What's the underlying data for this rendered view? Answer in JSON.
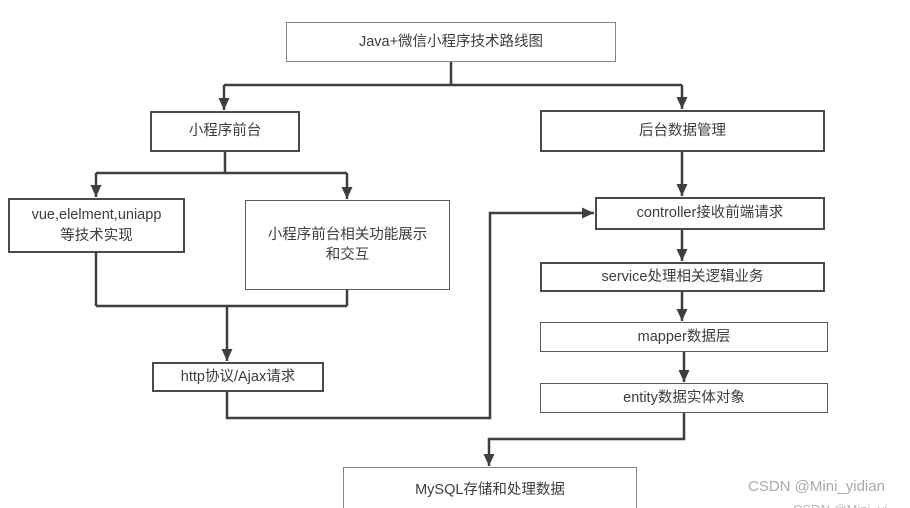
{
  "diagram": {
    "nodes": {
      "title": {
        "label": "Java+微信小程序技术路线图"
      },
      "front": {
        "label": "小程序前台"
      },
      "backend": {
        "label": "后台数据管理"
      },
      "vue": {
        "lines": [
          "vue,elelment,uniapp",
          "等技术实现"
        ]
      },
      "feature": {
        "lines": [
          "小程序前台相关功能展示",
          "和交互"
        ]
      },
      "http": {
        "label": "http协议/Ajax请求"
      },
      "controller": {
        "label": "controller接收前端请求"
      },
      "service": {
        "label": "service处理相关逻辑业务"
      },
      "mapper": {
        "label": "mapper数据层"
      },
      "entity": {
        "label": "entity数据实体对象"
      },
      "mysql": {
        "label": "MySQL存储和处理数据"
      }
    },
    "edges": [
      {
        "from": "title",
        "to": "front"
      },
      {
        "from": "title",
        "to": "backend"
      },
      {
        "from": "front",
        "to": "vue"
      },
      {
        "from": "front",
        "to": "feature"
      },
      {
        "from": "vue",
        "to": "http"
      },
      {
        "from": "feature",
        "to": "http"
      },
      {
        "from": "http",
        "to": "controller"
      },
      {
        "from": "backend",
        "to": "controller"
      },
      {
        "from": "controller",
        "to": "service"
      },
      {
        "from": "service",
        "to": "mapper"
      },
      {
        "from": "mapper",
        "to": "entity"
      },
      {
        "from": "entity",
        "to": "mysql"
      }
    ],
    "colors": {
      "line": "#3f3f3f",
      "border_dark": "#4a4a4a",
      "border_light": "#848484",
      "text": "#3d3d3d",
      "watermark": "#a7aaad",
      "background": "#ffffff"
    }
  },
  "watermark": {
    "text": "CSDN @Mini_yidian"
  }
}
